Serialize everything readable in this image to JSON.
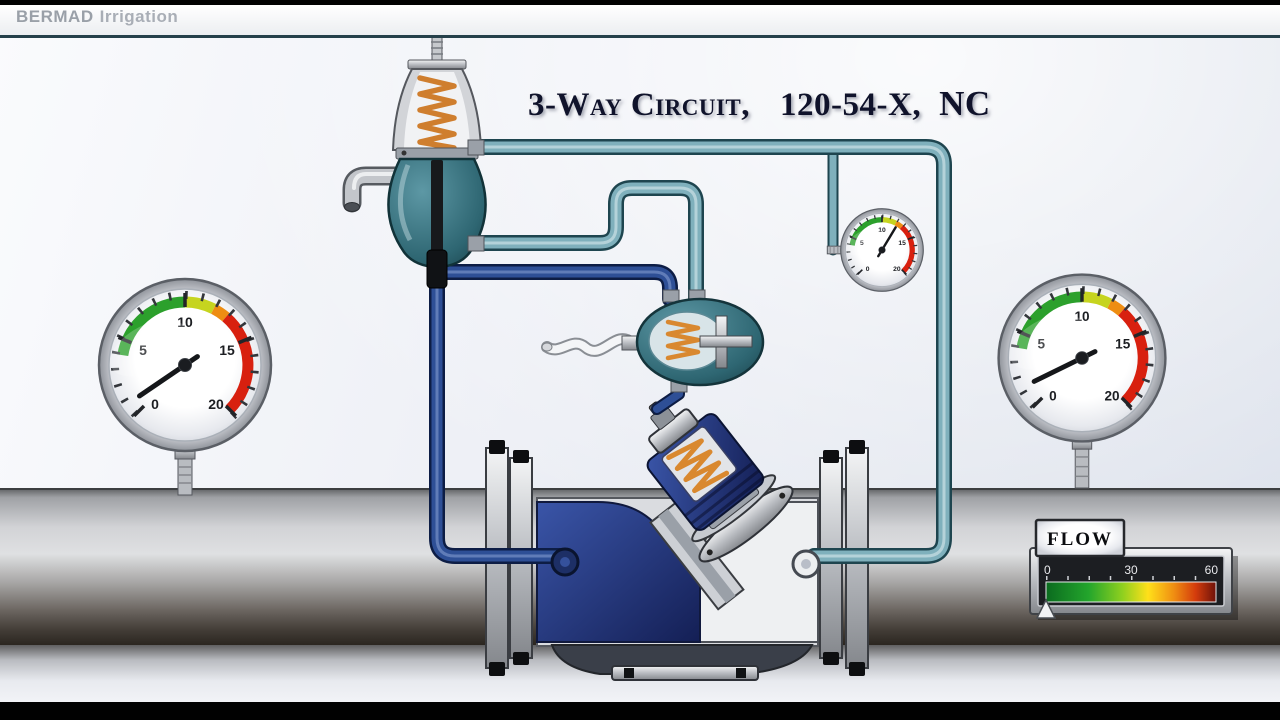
{
  "header": {
    "brand_primary": "BERMAD",
    "brand_secondary": "Irrigation"
  },
  "title": {
    "circuit": "3-Way Circuit,",
    "model": "120-54-X,",
    "valve_state": "NC"
  },
  "gauges": {
    "scale_labels": [
      "0",
      "5",
      "10",
      "15",
      "20"
    ],
    "upstream": {
      "value": 0.8,
      "min": 0,
      "max": 20
    },
    "downstream": {
      "value": 1.4,
      "min": 0,
      "max": 20
    },
    "control": {
      "value": 12.3,
      "min": 0,
      "max": 20
    }
  },
  "flow_meter": {
    "label": "FLOW",
    "ticks": [
      "0",
      "30",
      "60"
    ],
    "value": 0,
    "min": 0,
    "max": 60
  },
  "colors": {
    "tube_teal": "#7fb0bc",
    "tube_blue": "#2e4f96",
    "pilot_teal": "#2e6672",
    "valve_navy": "#16245c",
    "spring_orange": "#d9882f"
  }
}
